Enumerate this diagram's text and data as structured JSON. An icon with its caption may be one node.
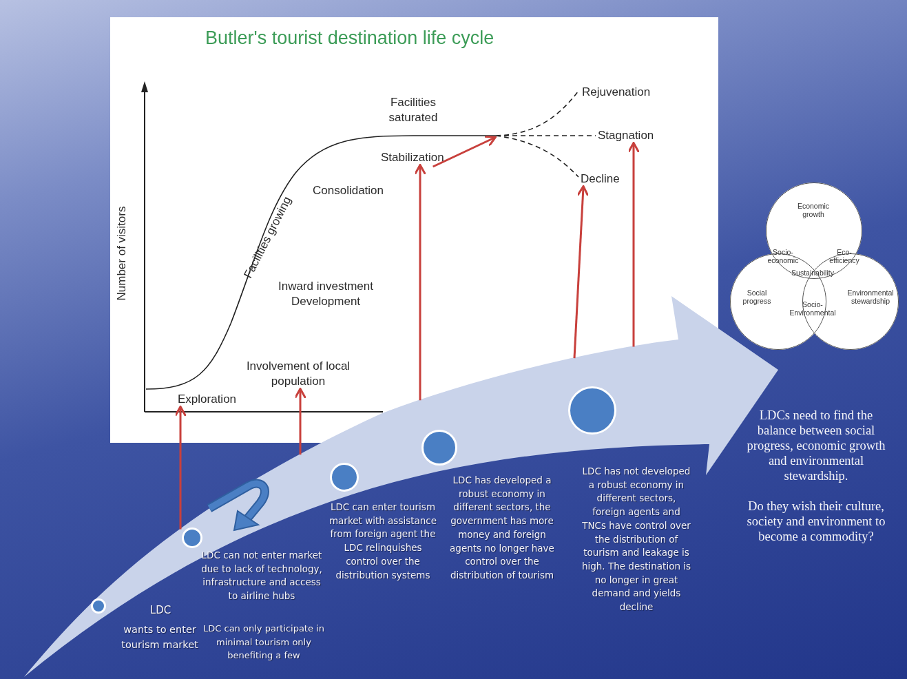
{
  "diagram": {
    "title": "Butler's tourist destination life cycle",
    "nodes": [
      {
        "text": [
          "Exploration"
        ]
      },
      {
        "text": [
          "Involvement of local population"
        ]
      },
      {
        "text": [
          "Stabilization"
        ]
      },
      {
        "text": [
          "Stagnation"
        ]
      },
      {
        "text": [
          "Decline"
        ]
      },
      {
        "text": [],
        "shape": "arrow"
      },
      {
        "text": [],
        "shape": "circle",
        "in": 5,
        "beside": [
          "LDC",
          "wants to enter tourism market"
        ]
      },
      {
        "text": [],
        "shape": "circle",
        "in": 5,
        "beside": [
          "LDC can not enter market due to lack of technology, infrastructure and access to airline hubs",
          "LDC can only participate in minimal tourism only benefiting a few"
        ]
      },
      {
        "text": [],
        "shape": "circle",
        "in": 5,
        "beside": [
          "LDC can enter tourism market with assistance from foreign agent the LDC relinquishes control over the distribution systems"
        ]
      },
      {
        "text": [],
        "shape": "circle",
        "in": 5,
        "beside": [
          "LDC has developed a robust economy in different sectors, the government has more money and foreign agents no longer have control over the distribution of tourism"
        ]
      },
      {
        "text": [],
        "shape": "circle",
        "in": 5,
        "beside": [
          "LDC has not developed a robust economy in different sectors, foreign agents and TNCs have control over the distribution of tourism and leakage is high. The destination is no longer in great demand and yields decline"
        ]
      },
      {
        "text": [
          "Economic growth"
        ]
      },
      {
        "text": [
          "Social progress"
        ]
      },
      {
        "text": [
          "Environmental stewardship"
        ]
      }
    ],
    "edges": [
      {
        "from": 5,
        "to": 0,
        "arrow": "to"
      },
      {
        "from": 5,
        "to": 1,
        "arrow": "to"
      },
      {
        "from": 5,
        "to": 2,
        "arrow": "to"
      },
      {
        "from": 5,
        "to": 4,
        "arrow": "to"
      },
      {
        "from": 5,
        "to": 3,
        "arrow": "to"
      },
      {
        "from": 2,
        "to": null,
        "arrow": "to"
      }
    ],
    "labels": [
      "Facilities saturated",
      "Rejuvenation",
      "Consolidation",
      "Number of visitors",
      "Facilities growing",
      "Inward investment Development",
      "Socio-economic",
      "Eco-efficiency",
      "Sustainability",
      "Socio-Environmental",
      "LDCs need to find the balance between social progress, economic growth and environmental stewardship.",
      "Do they wish their culture, society and environment to become a commodity?"
    ]
  }
}
